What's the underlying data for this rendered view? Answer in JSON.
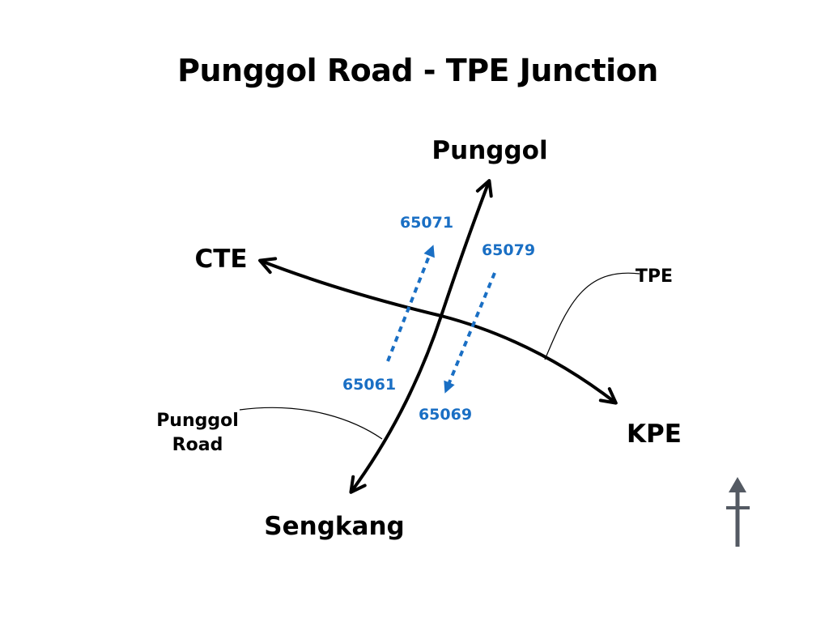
{
  "title": "Punggol Road - TPE Junction",
  "places": {
    "north": "Punggol",
    "south": "Sengkang",
    "west": "CTE",
    "east": "KPE"
  },
  "road_labels": {
    "tpe": "TPE",
    "punggol_road_line1": "Punggol",
    "punggol_road_line2": "Road"
  },
  "bus_stops": {
    "northbound_start": "65061",
    "northbound_end": "65071",
    "southbound_start": "65079",
    "southbound_end": "65069"
  },
  "colors": {
    "road": "#000000",
    "bus_stop": "#1a6fc4",
    "north_arrow": "#545a63"
  },
  "icons": {
    "north_indicator": "north-arrow-icon"
  }
}
